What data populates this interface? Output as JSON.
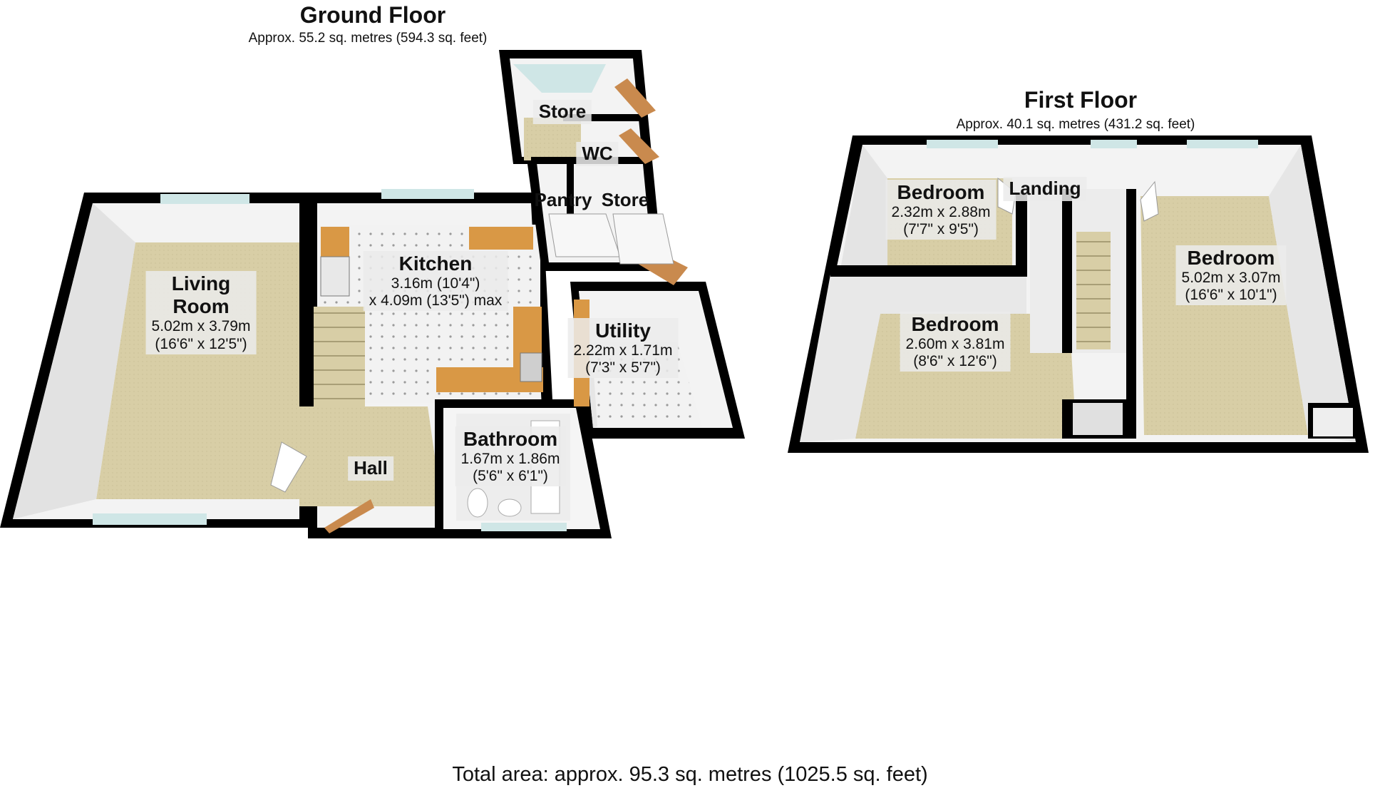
{
  "ground_floor": {
    "title": "Ground Floor",
    "area": "Approx. 55.2 sq. metres (594.3 sq. feet)",
    "rooms": {
      "living_room": {
        "name_line1": "Living",
        "name_line2": "Room",
        "dim_m": "5.02m x 3.79m",
        "dim_ft": "(16'6\" x 12'5\")"
      },
      "kitchen": {
        "name": "Kitchen",
        "dim_m": "3.16m (10'4\")",
        "dim_ft": "x 4.09m (13'5\") max"
      },
      "utility": {
        "name": "Utility",
        "dim_m": "2.22m x 1.71m",
        "dim_ft": "(7'3\" x 5'7\")"
      },
      "bathroom": {
        "name": "Bathroom",
        "dim_m": "1.67m x 1.86m",
        "dim_ft": "(5'6\" x 6'1\")"
      },
      "hall": {
        "name": "Hall"
      },
      "store_top": {
        "name": "Store"
      },
      "wc": {
        "name": "WC"
      },
      "pantry": {
        "name": "Pantry"
      },
      "store_mid": {
        "name": "Store"
      }
    }
  },
  "first_floor": {
    "title": "First Floor",
    "area": "Approx. 40.1 sq. metres (431.2 sq. feet)",
    "rooms": {
      "bedroom_small": {
        "name": "Bedroom",
        "dim_m": "2.32m x 2.88m",
        "dim_ft": "(7'7\" x 9'5\")"
      },
      "landing": {
        "name": "Landing"
      },
      "bedroom_large_right": {
        "name": "Bedroom",
        "dim_m": "5.02m x 3.07m",
        "dim_ft": "(16'6\" x 10'1\")"
      },
      "bedroom_bottom": {
        "name": "Bedroom",
        "dim_m": "2.60m x 3.81m",
        "dim_ft": "(8'6\" x 12'6\")"
      }
    }
  },
  "total_area": "Total area: approx. 95.3 sq. metres (1025.5 sq. feet)",
  "colors": {
    "wall": "#000000",
    "wall_inner": "#f4f4f4",
    "carpet": "#d7cda4",
    "tile": "#eeeeee",
    "worktop": "#d99845",
    "door": "#c98a4e",
    "window": "#cfe6e6"
  }
}
